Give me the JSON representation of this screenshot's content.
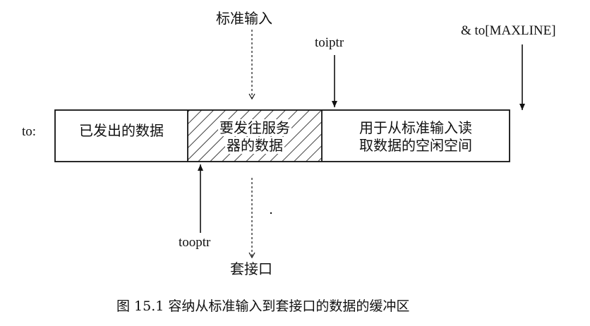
{
  "labels": {
    "stdin": "标准输入",
    "toiptr": "toiptr",
    "maxline": "& to[MAXLINE]",
    "to": "to:",
    "tooptr": "tooptr",
    "socket": "套接口"
  },
  "buffer": {
    "segments": [
      {
        "id": "sent",
        "lines": [
          "已发出的数据"
        ]
      },
      {
        "id": "pending",
        "lines": [
          "要发往服务",
          "器的数据"
        ]
      },
      {
        "id": "free",
        "lines": [
          "用于从标准输入读",
          "取数据的空闲空间"
        ]
      }
    ]
  },
  "caption": "图 15.1    容纳从标准输入到套接口的数据的缓冲区",
  "colors": {
    "ink": "#111111",
    "background": "#ffffff"
  }
}
